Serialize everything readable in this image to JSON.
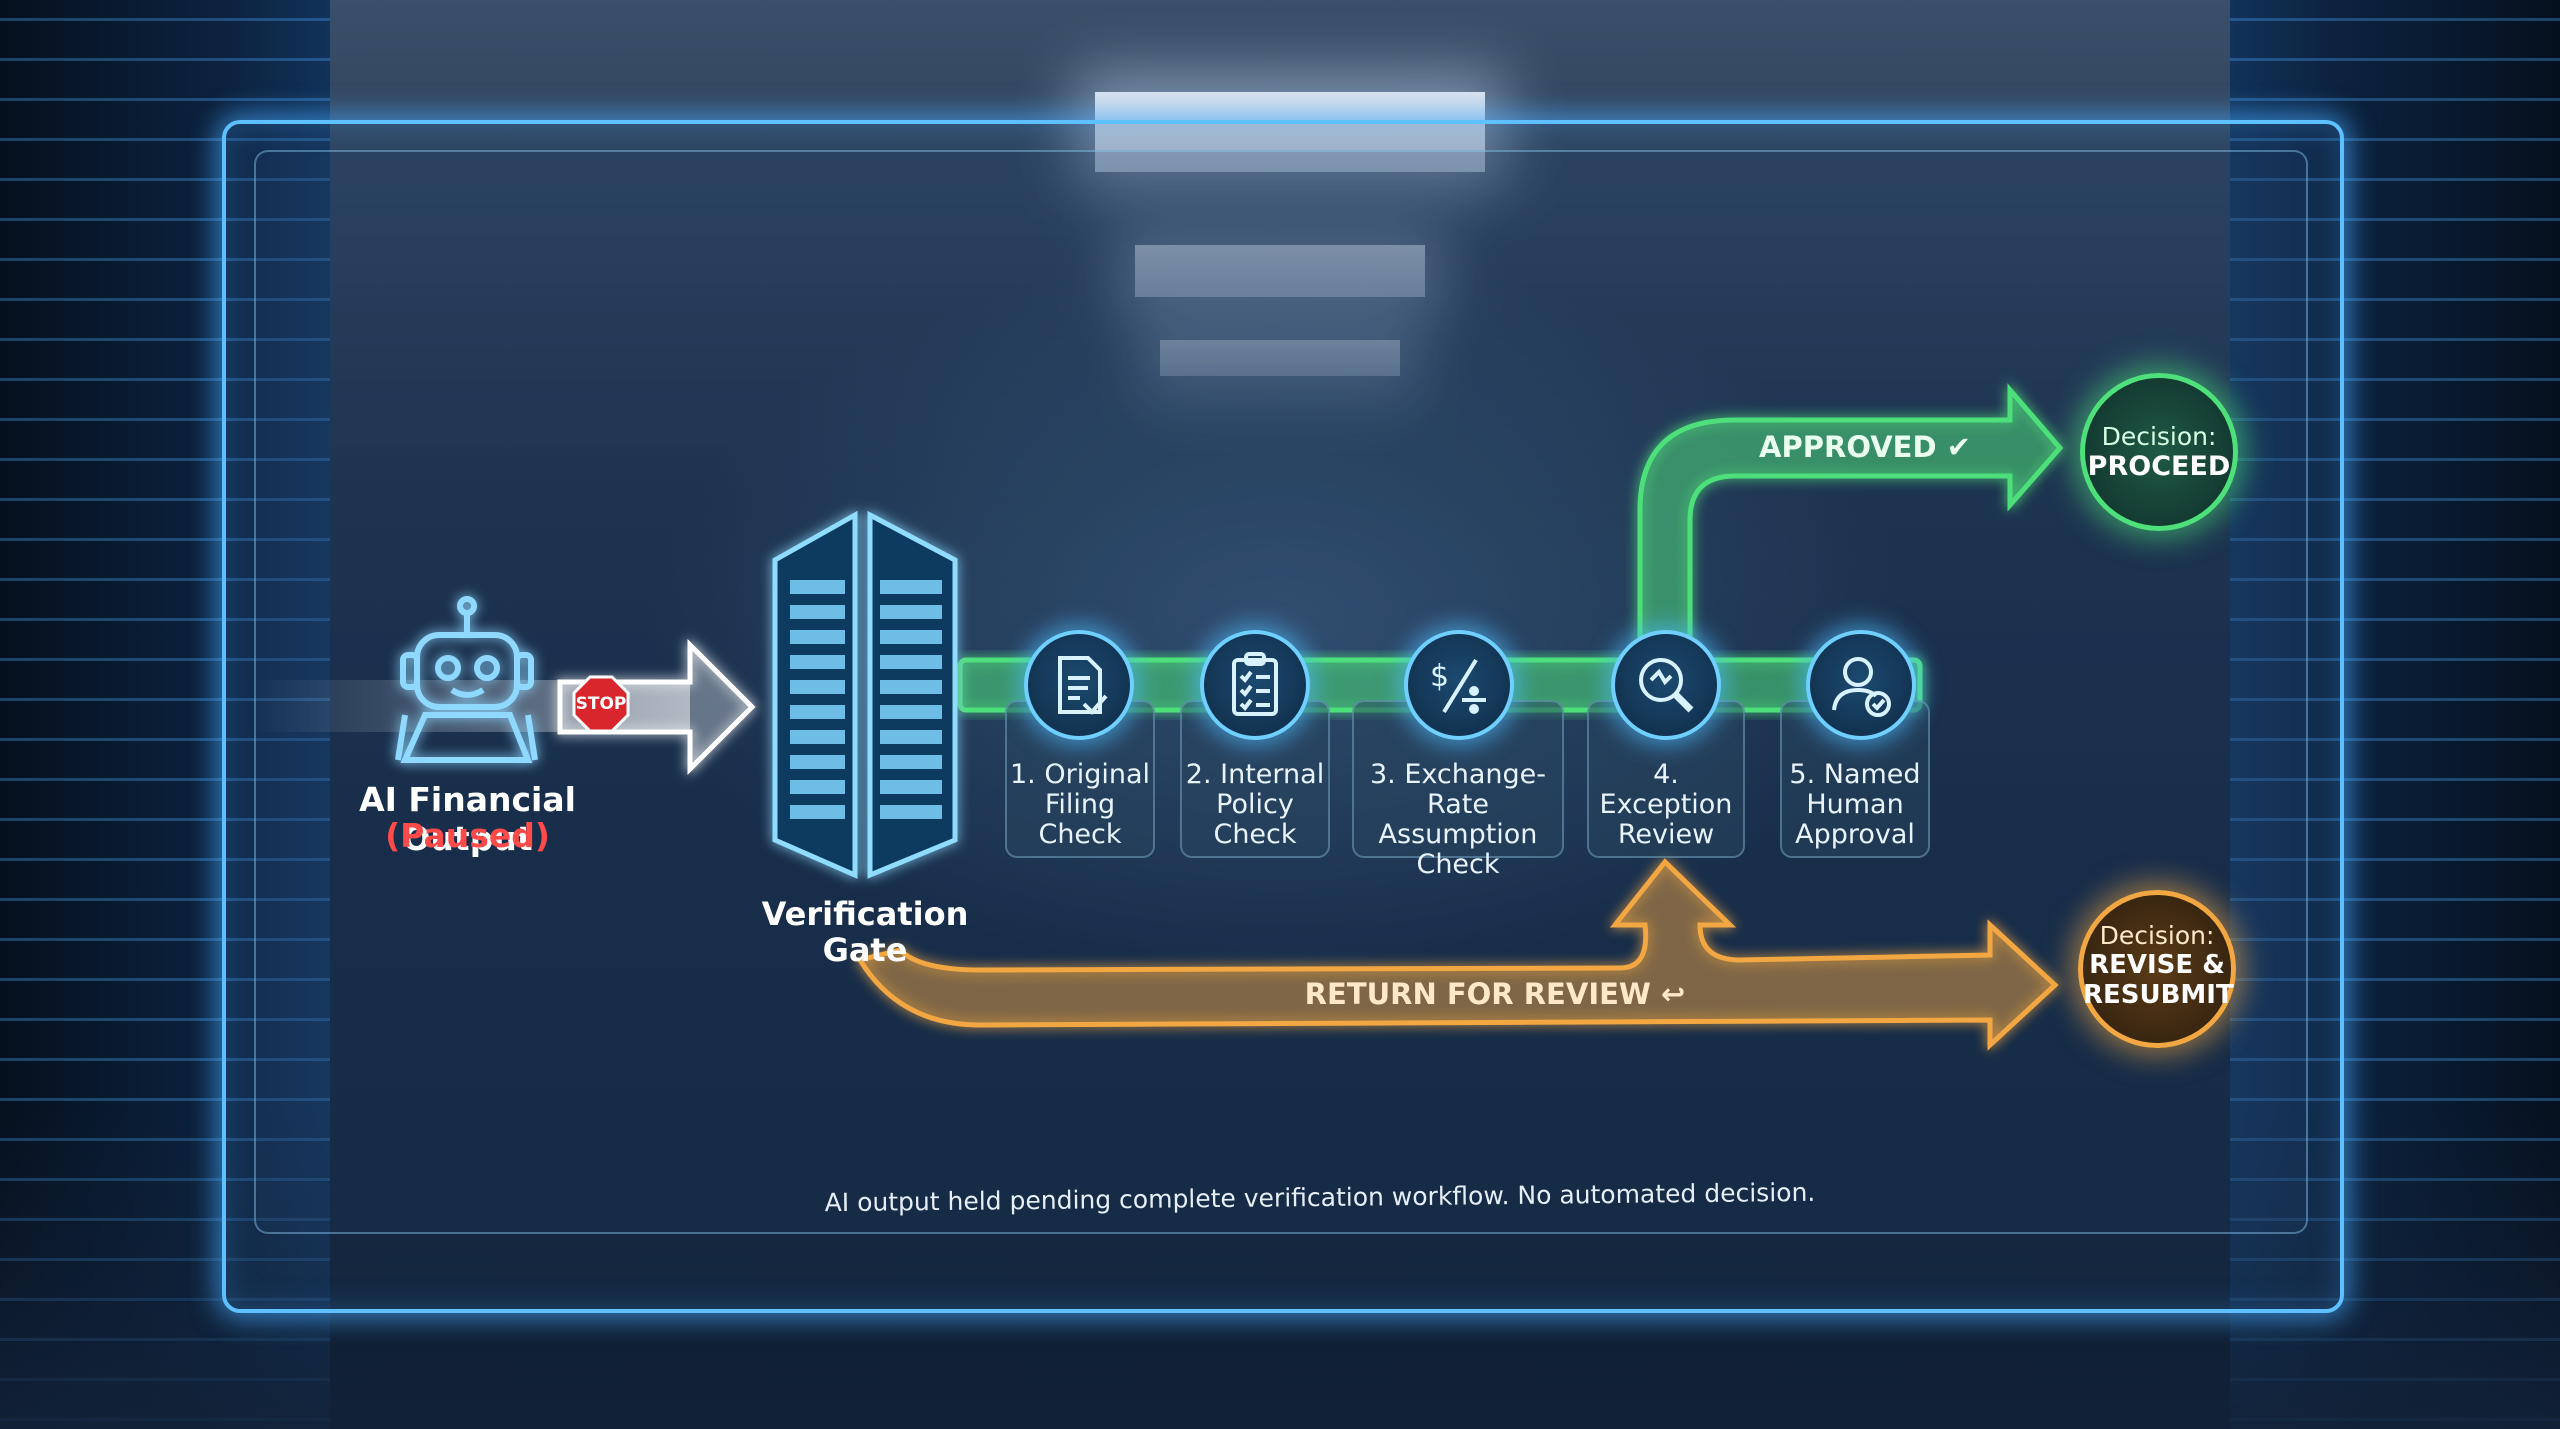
{
  "source": {
    "title": "AI Financial Output",
    "status": "(Paused)",
    "stop_sign": "STOP"
  },
  "gate": {
    "label_line1": "Verification",
    "label_line2": "Gate"
  },
  "steps": [
    {
      "label": "1. Original\nFiling\nCheck",
      "icon": "document-check-icon"
    },
    {
      "label": "2. Internal\nPolicy\nCheck",
      "icon": "clipboard-checklist-icon"
    },
    {
      "label": "3. Exchange-Rate\nAssumption\nCheck",
      "icon": "dollar-divide-icon"
    },
    {
      "label": "4. Exception\nReview",
      "icon": "magnifier-search-icon"
    },
    {
      "label": "5. Named\nHuman\nApproval",
      "icon": "person-check-icon"
    }
  ],
  "paths": {
    "approved": "APPROVED",
    "return": "RETURN FOR REVIEW"
  },
  "decisions": {
    "proceed": {
      "prefix": "Decision:",
      "value": "PROCEED"
    },
    "revise": {
      "prefix": "Decision:",
      "value_line1": "REVISE &",
      "value_line2": "RESUBMIT"
    }
  },
  "footer": "AI output held pending complete verification workflow. No automated decision.",
  "colors": {
    "accent_blue": "#5fc0ff",
    "approved_green": "#4ee07a",
    "return_orange": "#f2a742",
    "paused_red": "#ff4a4a"
  }
}
